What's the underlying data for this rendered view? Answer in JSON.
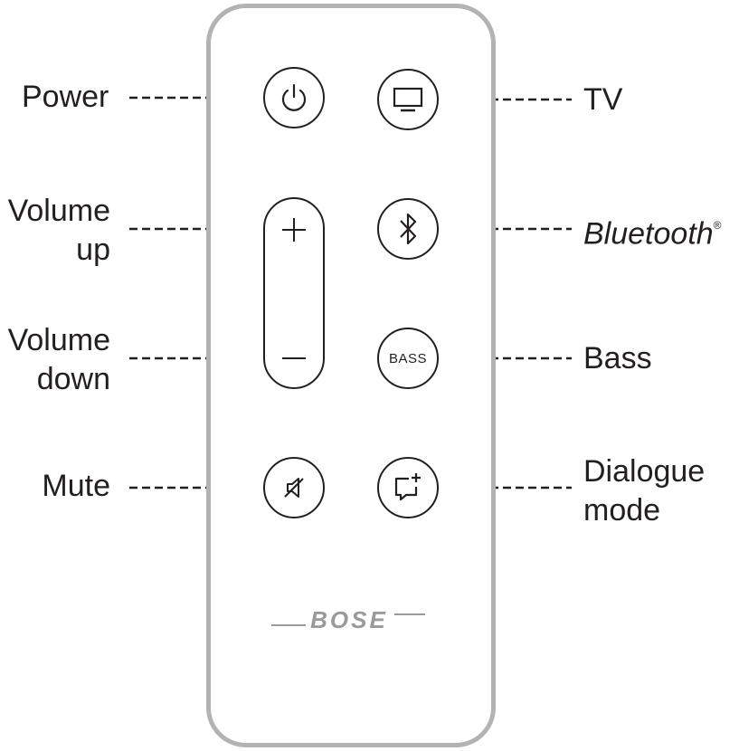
{
  "labels": {
    "power": "Power",
    "volume_up_line1": "Volume",
    "volume_up_line2": "up",
    "volume_down_line1": "Volume",
    "volume_down_line2": "down",
    "mute": "Mute",
    "tv": "TV",
    "bluetooth": "Bluetooth",
    "bluetooth_mark": "®",
    "bass": "Bass",
    "dialogue_line1": "Dialogue",
    "dialogue_line2": "mode"
  },
  "buttons": {
    "bass_text": "BASS"
  },
  "brand": {
    "logo_text": "BOSE"
  },
  "colors": {
    "ink": "#231f20",
    "remote_outline": "#b3b3b3",
    "logo": "#9a9a9a"
  }
}
